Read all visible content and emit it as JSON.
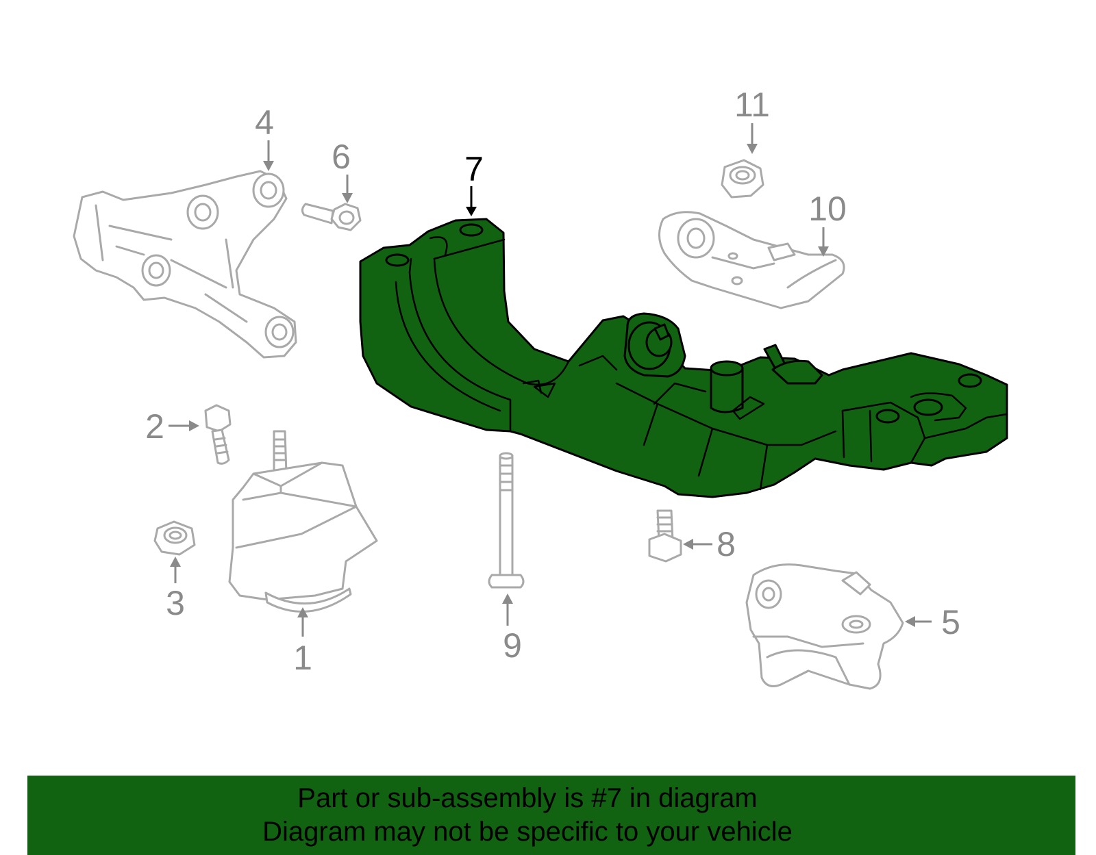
{
  "colors": {
    "highlight": "#116311",
    "banner_background": "#116311",
    "ghost_stroke": "#a9a9a9",
    "callout_text": "#8a8a8a",
    "active_callout_text": "#000000"
  },
  "callouts": {
    "c1": "1",
    "c2": "2",
    "c3": "3",
    "c4": "4",
    "c5": "5",
    "c6": "6",
    "c7": "7",
    "c8": "8",
    "c9": "9",
    "c10": "10",
    "c11": "11"
  },
  "highlighted_part": "7",
  "banner": {
    "line1": "Part or sub-assembly is #7 in diagram",
    "line2": "Diagram may not be specific to your vehicle"
  }
}
